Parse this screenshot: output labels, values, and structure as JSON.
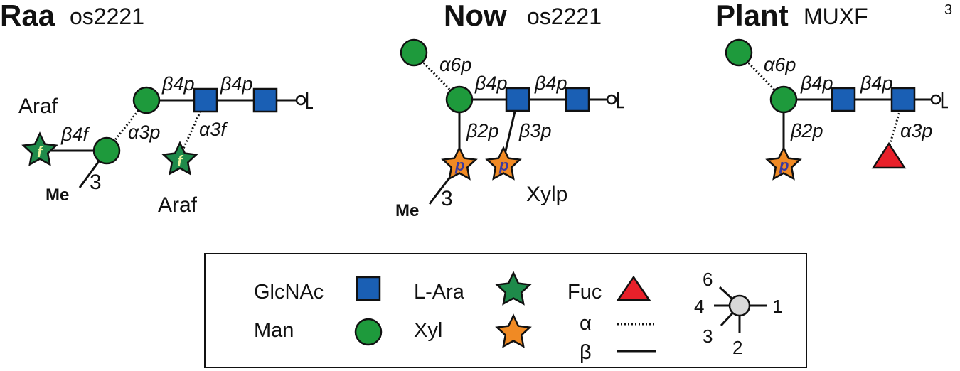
{
  "panels": [
    {
      "title": "Raa",
      "subtitle": "os2221",
      "labels": {
        "top_left": "Araf",
        "bottom": "Araf",
        "me": "Me",
        "me_pos": "3",
        "b4f": "β4f",
        "a3p": "α3p",
        "a3f": "α3f",
        "b4p_1": "β4p",
        "b4p_2": "β4p"
      },
      "star_letter": "f"
    },
    {
      "title": "Now",
      "subtitle": "os2221",
      "labels": {
        "a6p": "α6p",
        "b4p_1": "β4p",
        "b4p_2": "β4p",
        "b2p": "β2p",
        "b3p": "β3p",
        "xylp": "Xylp",
        "me": "Me",
        "me_pos": "3"
      },
      "star_letter": "p"
    },
    {
      "title": "Plant",
      "subtitle": "MUXF",
      "subtitle_sup": "3",
      "labels": {
        "a6p": "α6p",
        "b4p_1": "β4p",
        "b4p_2": "β4p",
        "b2p": "β2p",
        "a3p": "α3p"
      },
      "star_letter": "p"
    }
  ],
  "legend": {
    "glcnac": "GlcNAc",
    "man": "Man",
    "lara": "L-Ara",
    "xyl": "Xyl",
    "fuc": "Fuc",
    "alpha": "α",
    "beta": "β",
    "pos": {
      "p6": "6",
      "p4": "4",
      "p3": "3",
      "p2": "2",
      "p1": "1"
    }
  },
  "colors": {
    "glcnac": "#1a5fb4",
    "man": "#1e9a3c",
    "ara": "#1e8a4a",
    "xyl": "#f08a24",
    "fuc": "#e8202a",
    "star_letter_ara": "#e8f5a0",
    "star_letter_xyl": "#3a3aa0",
    "node_center": "#d8d8d8"
  },
  "icons": {
    "glcnac": "blue-square-icon",
    "man": "green-circle-icon",
    "ara": "green-star-icon",
    "xyl": "orange-star-icon",
    "fuc": "red-triangle-icon",
    "reducing_end": "reducing-end-icon"
  }
}
